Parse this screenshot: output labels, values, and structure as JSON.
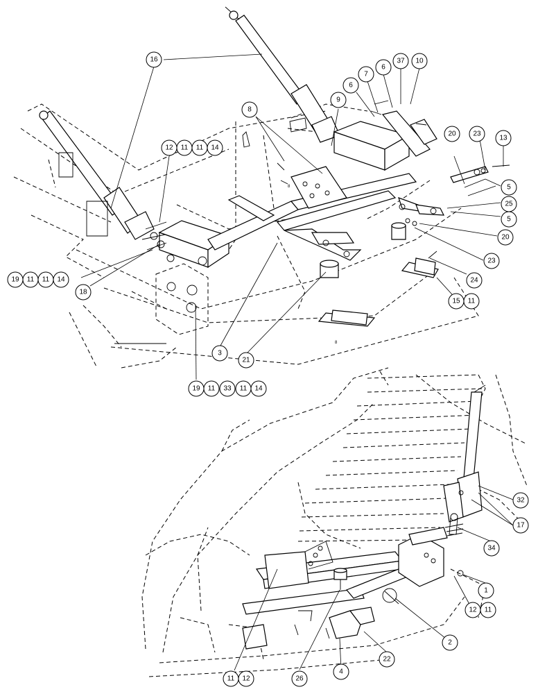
{
  "callouts": [
    {
      "id": "c16",
      "label": "16"
    },
    {
      "id": "c9",
      "label": "9"
    },
    {
      "id": "c6a",
      "label": "6"
    },
    {
      "id": "c7",
      "label": "7"
    },
    {
      "id": "c6b",
      "label": "6"
    },
    {
      "id": "c37",
      "label": "37"
    },
    {
      "id": "c10",
      "label": "10"
    },
    {
      "id": "c8",
      "label": "8"
    },
    {
      "id": "c12a",
      "label": "12"
    },
    {
      "id": "c11a",
      "label": "11"
    },
    {
      "id": "c11b",
      "label": "11"
    },
    {
      "id": "c14a",
      "label": "14"
    },
    {
      "id": "c20a",
      "label": "20"
    },
    {
      "id": "c23a",
      "label": "23"
    },
    {
      "id": "c13",
      "label": "13"
    },
    {
      "id": "c5a",
      "label": "5"
    },
    {
      "id": "c25",
      "label": "25"
    },
    {
      "id": "c5b",
      "label": "5"
    },
    {
      "id": "c20b",
      "label": "20"
    },
    {
      "id": "c23b",
      "label": "23"
    },
    {
      "id": "c24",
      "label": "24"
    },
    {
      "id": "c15",
      "label": "15"
    },
    {
      "id": "c11c",
      "label": "11"
    },
    {
      "id": "c19a",
      "label": "19"
    },
    {
      "id": "c11d",
      "label": "11"
    },
    {
      "id": "c11e",
      "label": "11"
    },
    {
      "id": "c14b",
      "label": "14"
    },
    {
      "id": "c18",
      "label": "18"
    },
    {
      "id": "c3",
      "label": "3"
    },
    {
      "id": "c21",
      "label": "21"
    },
    {
      "id": "c19b",
      "label": "19"
    },
    {
      "id": "c11f",
      "label": "11"
    },
    {
      "id": "c33",
      "label": "33"
    },
    {
      "id": "c11g",
      "label": "11"
    },
    {
      "id": "c14c",
      "label": "14"
    },
    {
      "id": "c32",
      "label": "32"
    },
    {
      "id": "c17",
      "label": "17"
    },
    {
      "id": "c34",
      "label": "34"
    },
    {
      "id": "c1",
      "label": "1"
    },
    {
      "id": "c12b",
      "label": "12"
    },
    {
      "id": "c11h",
      "label": "11"
    },
    {
      "id": "c2",
      "label": "2"
    },
    {
      "id": "c22",
      "label": "22"
    },
    {
      "id": "c4",
      "label": "4"
    },
    {
      "id": "c26",
      "label": "26"
    },
    {
      "id": "c11i",
      "label": "11"
    },
    {
      "id": "c12c",
      "label": "12"
    }
  ],
  "small_marks": {
    "mark_a": "8",
    "mark_b": "8"
  }
}
